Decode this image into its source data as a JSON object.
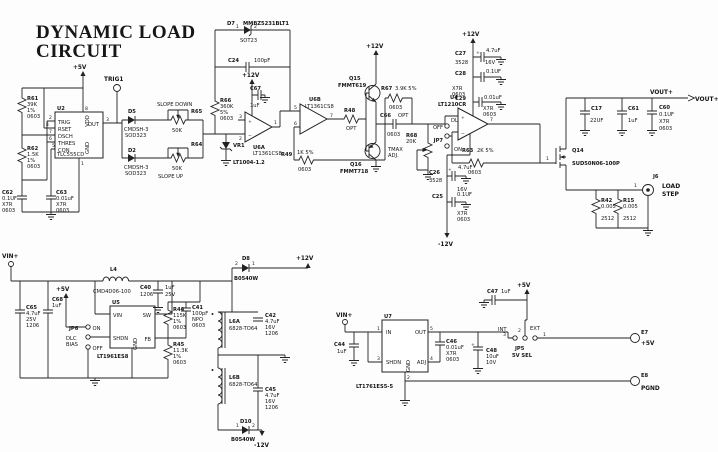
{
  "title": {
    "line1": "DYNAMIC LOAD",
    "line2": "CIRCUIT"
  },
  "nets": {
    "p5": "+5V",
    "p12": "+12V",
    "n12": "-12V",
    "vinp": "VIN+",
    "voutp": "VOUT+"
  },
  "timer": {
    "u2": "U2",
    "part": "TLC555CD",
    "trig1": "TRIG1",
    "pins": {
      "trig": "TRIG",
      "rset": "RSET",
      "dsch": "DSCH",
      "thres": "THRES",
      "con": "CON",
      "out": "OUT",
      "vdd": "VDD",
      "gnd": "GND"
    },
    "nums": {
      "trig": "2",
      "rset": "4",
      "dsch": "7",
      "thres": "6",
      "con": "5",
      "out": "3",
      "vdd": "8",
      "gnd": "1"
    },
    "r61": {
      "r": "R61",
      "v": "39K",
      "t": "1%",
      "p": "0603"
    },
    "r62": {
      "r": "R62",
      "v": "1.5K",
      "t": "1%",
      "p": "0603"
    },
    "c62": {
      "r": "C62",
      "v": "0.1UF",
      "t": "X7R",
      "p": "0603"
    },
    "c63": {
      "r": "C63",
      "v": "0.01uF",
      "t": "X7R",
      "p": "0603"
    }
  },
  "slope": {
    "down": "SLOPE DOWN",
    "up": "SLOPE UP",
    "d5": {
      "r": "D5",
      "part": "CMDSH-3",
      "pkg": "SOD323"
    },
    "d2": {
      "r": "D2",
      "part": "CMDSH-3",
      "pkg": "SOD323"
    },
    "r65": {
      "r": "R65",
      "v": "50K"
    },
    "r64": {
      "r": "R64",
      "v": "50K"
    },
    "vr1": {
      "r": "VR1",
      "part": "LT1004-1.2"
    },
    "r66": {
      "r": "R66",
      "v": "360K",
      "t": "5%",
      "p": "0603"
    }
  },
  "integ": {
    "d7": {
      "r": "D7",
      "part": "MMBZ5231BLT1",
      "pkg": "SOT23",
      "n1": "1",
      "n2": "2"
    },
    "c24": {
      "r": "C24",
      "v": "100pF"
    },
    "c67": {
      "r": "C67",
      "v": "1uF"
    },
    "u6a": {
      "r": "U6A",
      "part": "LT1361CS8",
      "n3": "3",
      "n2": "2",
      "n1": "1",
      "plus": "+",
      "minus": "−"
    },
    "u6b": {
      "r": "U6B",
      "part": "LT1361CS8",
      "n5": "5",
      "n6": "6",
      "n7": "7"
    },
    "r49": {
      "r": "R49",
      "v": "1K 5%",
      "p": "0603"
    }
  },
  "buffer": {
    "q15": {
      "r": "Q15",
      "part": "FMMT619"
    },
    "q16": {
      "r": "Q16",
      "part": "FMMT718"
    },
    "r48": {
      "r": "R48",
      "v": "OPT"
    },
    "r67": {
      "r": "R67",
      "v": "3.9K 5%",
      "p": "0603"
    },
    "c66": {
      "r": "C66",
      "v": "OPT",
      "p": "0603"
    },
    "r68": {
      "r": "R68",
      "v": "20K",
      "fn1": "TMAX",
      "fn2": "ADJ."
    },
    "jp7": {
      "r": "JP7",
      "off": "OFF",
      "on": "ON",
      "dlc": "DLC"
    }
  },
  "amp": {
    "u4": {
      "r": "U4",
      "part": "LT1210CR",
      "n7": "7",
      "plus": "+",
      "minus": "−"
    },
    "c27": {
      "r": "C27",
      "v": "4.7uF",
      "volt": "16V",
      "p": "3528",
      "pol": "+"
    },
    "c28": {
      "r": "C28",
      "v": "0.1UF",
      "t": "X7R",
      "p": "0603"
    },
    "c29": {
      "r": "C29",
      "v": "0.01uF",
      "t": "X7R",
      "p": "0603"
    },
    "c26": {
      "r": "C26",
      "v": "4.7uF",
      "volt": "16V",
      "p": "3528",
      "pol": "+"
    },
    "c25": {
      "r": "C25",
      "v": "0.1UF",
      "t": "X7R",
      "p": "0603"
    },
    "r63": {
      "r": "R63",
      "v": "2K 5%",
      "p": "0603"
    }
  },
  "out": {
    "q14": {
      "r": "Q14",
      "part": "SUD50N06-100P",
      "n1": "1"
    },
    "c17": {
      "r": "C17",
      "v": "22UF"
    },
    "c61": {
      "r": "C61",
      "v": "1uF"
    },
    "c60": {
      "r": "C60",
      "v": "0.1UF",
      "t": "X7R",
      "p": "0603"
    },
    "j6": {
      "r": "J6",
      "l1": "LOAD",
      "l2": "STEP",
      "n1": "1"
    },
    "r42": {
      "r": "R42",
      "v": "0.005",
      "p": "2512"
    },
    "r15": {
      "r": "R15",
      "v": "0.005",
      "p": "2512"
    }
  },
  "boost": {
    "l4": {
      "r": "L4",
      "part": "CMD4D06-100"
    },
    "c65": {
      "r": "C65",
      "v": "4.7uF",
      "volt": "25V",
      "p": "1206"
    },
    "c68": {
      "r": "C68",
      "v": "1uF"
    },
    "jp6": {
      "r": "JP6",
      "on": "ON",
      "off": "OFF",
      "l1": "DLC",
      "l2": "BIAS"
    },
    "u5": {
      "r": "U5",
      "part": "LT1961ES8",
      "vin": "VIN",
      "shdn": "SHDN",
      "sw": "SW",
      "fb": "FB",
      "gnd": "GND"
    },
    "c40": {
      "r": "C40",
      "v": "1uF",
      "volt": "25V",
      "p": "1206"
    },
    "d8": {
      "r": "D8",
      "part": "B0540W",
      "n2": "2",
      "n1": "1"
    },
    "r44": {
      "r": "R44",
      "v": "115K",
      "t": "1%",
      "p": "0603"
    },
    "c41": {
      "r": "C41",
      "v": "100pF",
      "t": "NPO",
      "p": "0603"
    },
    "r45": {
      "r": "R45",
      "v": "11.3K",
      "t": "1%",
      "p": "0603"
    },
    "l6a": {
      "r": "L6A",
      "part": "6828-TO64"
    },
    "l6b": {
      "r": "L6B",
      "part": "6828-TO64"
    },
    "c42": {
      "r": "C42",
      "v": "4.7uF",
      "volt": "16V",
      "p": "1206"
    },
    "c45": {
      "r": "C45",
      "v": "4.7uF",
      "volt": "16V",
      "p": "1206"
    },
    "d10": {
      "r": "D10",
      "part": "B0540W",
      "n1": "1",
      "n2": "2"
    }
  },
  "ldo": {
    "u7": {
      "r": "U7",
      "part": "LT1761ES5-5",
      "in": "IN",
      "out": "OUT",
      "shdn": "SHDN",
      "adj": "ADJ",
      "gnd": "GND",
      "n1": "1",
      "n5": "5",
      "n3": "3",
      "n4": "4",
      "n2": "2"
    },
    "c44": {
      "r": "C44",
      "v": "1uF"
    },
    "c46": {
      "r": "C46",
      "v": "0.01uF",
      "t": "X7R",
      "p": "0603"
    },
    "c48": {
      "r": "C48",
      "v": "10uF",
      "volt": "10V",
      "pol": "+"
    },
    "c47": {
      "r": "C47",
      "v": "1uF"
    },
    "jp5": {
      "r": "JP5",
      "sel": "5V SEL",
      "int": "INT",
      "ext": "EXT",
      "n3": "3",
      "n2": "2",
      "n1": "1"
    },
    "e7": {
      "r": "E7",
      "l": "+5V"
    },
    "e8": {
      "r": "E8",
      "l": "PGND"
    }
  }
}
